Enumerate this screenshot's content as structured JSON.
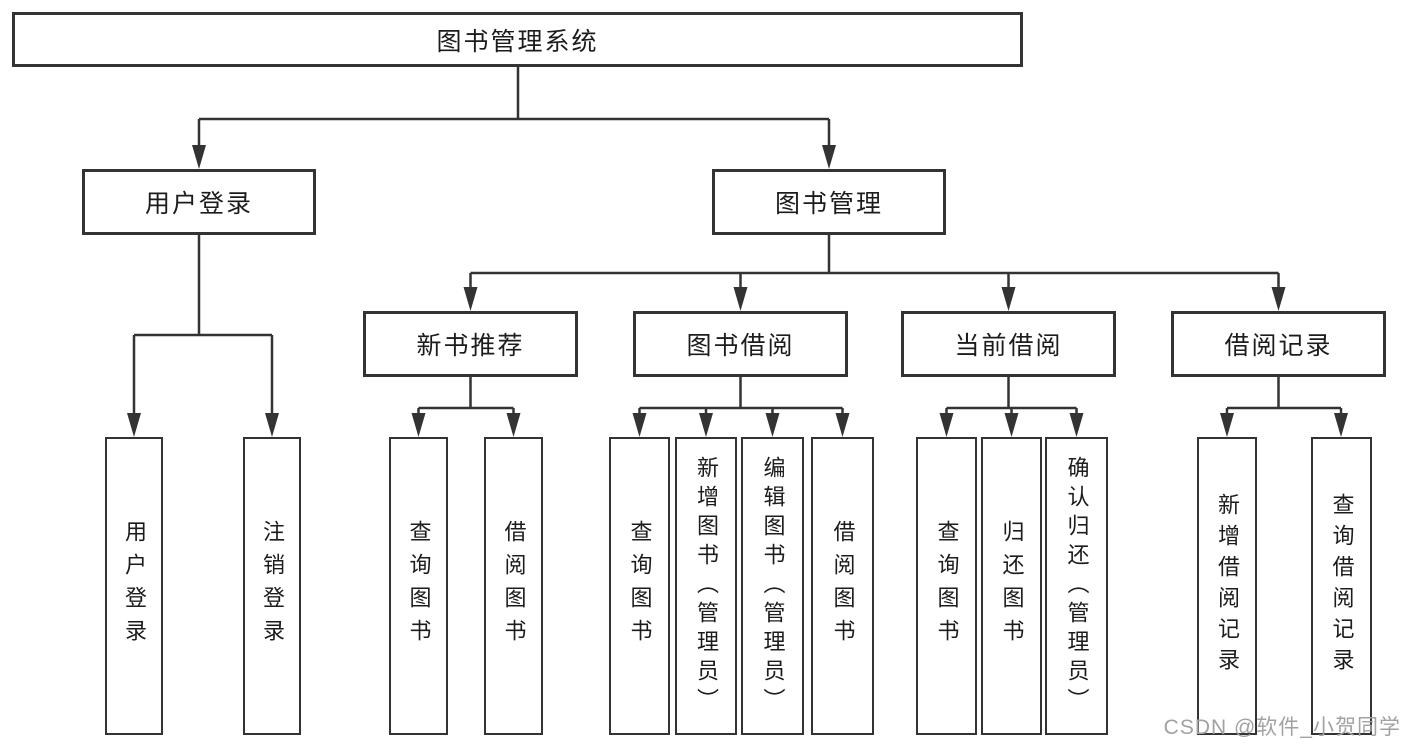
{
  "tree": {
    "label": "图书管理系统",
    "children": [
      {
        "label": "用户登录",
        "children": [
          {
            "label": "用户登录"
          },
          {
            "label": "注销登录"
          }
        ]
      },
      {
        "label": "图书管理",
        "children": [
          {
            "label": "新书推荐",
            "children": [
              {
                "label": "查询图书"
              },
              {
                "label": "借阅图书"
              }
            ]
          },
          {
            "label": "图书借阅",
            "children": [
              {
                "label": "查询图书"
              },
              {
                "label": "新增图书（管理员）"
              },
              {
                "label": "编辑图书（管理员）"
              },
              {
                "label": "借阅图书"
              }
            ]
          },
          {
            "label": "当前借阅",
            "children": [
              {
                "label": "查询图书"
              },
              {
                "label": "归还图书"
              },
              {
                "label": "确认归还（管理员）"
              }
            ]
          },
          {
            "label": "借阅记录",
            "children": [
              {
                "label": "新增借阅记录"
              },
              {
                "label": "查询借阅记录"
              }
            ]
          }
        ]
      }
    ]
  },
  "watermark": {
    "text": "CSDN @软件_小贺同学"
  },
  "colors": {
    "line": "#333333",
    "text": "#1c1c1e",
    "box_background": "#ffffff",
    "watermark": "#a2a2a2",
    "page_background": "#ffffff"
  }
}
